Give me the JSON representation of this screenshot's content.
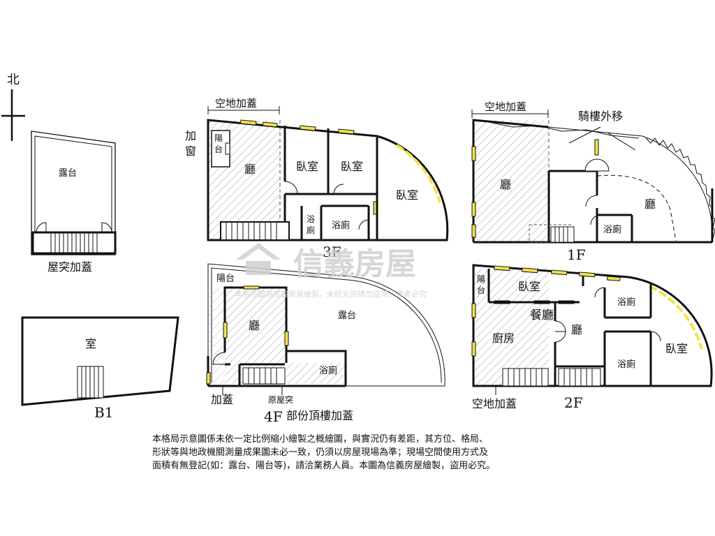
{
  "compass": {
    "north": "北"
  },
  "wall_color": "#111111",
  "window_color": "#f3e24a",
  "hatch_color": "#9a9a9a",
  "watermark": {
    "brand": "信義房屋",
    "line": "本格局圖為信義房屋繪製，未經允許請勿盜用，違者必究"
  },
  "roof": {
    "terrace": "露台",
    "caption": "屋突加蓋"
  },
  "b1": {
    "room": "室",
    "floor": "B1"
  },
  "f3": {
    "open_annex": "空地加蓋",
    "added_window": "加\n窗",
    "balcony": "陽\n台",
    "hall": "廳",
    "bedroom1": "臥室",
    "bedroom2": "臥室",
    "bedroom3": "臥室",
    "bath_small": "浴\n廁",
    "bath": "浴廁",
    "floor": "3F"
  },
  "f1": {
    "open_annex": "空地加蓋",
    "arcade": "騎樓外移",
    "hall_left": "廳",
    "hall_right": "廳",
    "bath": "浴廁",
    "floor": "1F"
  },
  "f4": {
    "balcony": "陽台",
    "hall": "廳",
    "terrace": "露台",
    "bath": "浴廁",
    "annex": "加蓋",
    "original_roof": "原屋突",
    "floor": "4F",
    "caption": "部份頂樓加蓋"
  },
  "f2": {
    "balcony": "陽\n台",
    "bedroom1": "臥室",
    "dining": "餐廳",
    "kitchen": "廚房",
    "hall": "廳",
    "bath1": "浴廁",
    "bath2": "浴廁",
    "bedroom2": "臥室",
    "open_annex": "空地加蓋",
    "floor": "2F"
  },
  "notes": [
    "本格局示意圖係未依一定比例縮小繪製之概繪圖，與實況仍有差距，其方位、格局、",
    "形狀等與地政機關測量成果圖未必一致，仍須以房屋現場為準；現場空間使用方式及",
    "面積有無登記(如：露台、陽台等)，請洽業務人員。本圖為信義房屋繪製，盜用必究。"
  ]
}
